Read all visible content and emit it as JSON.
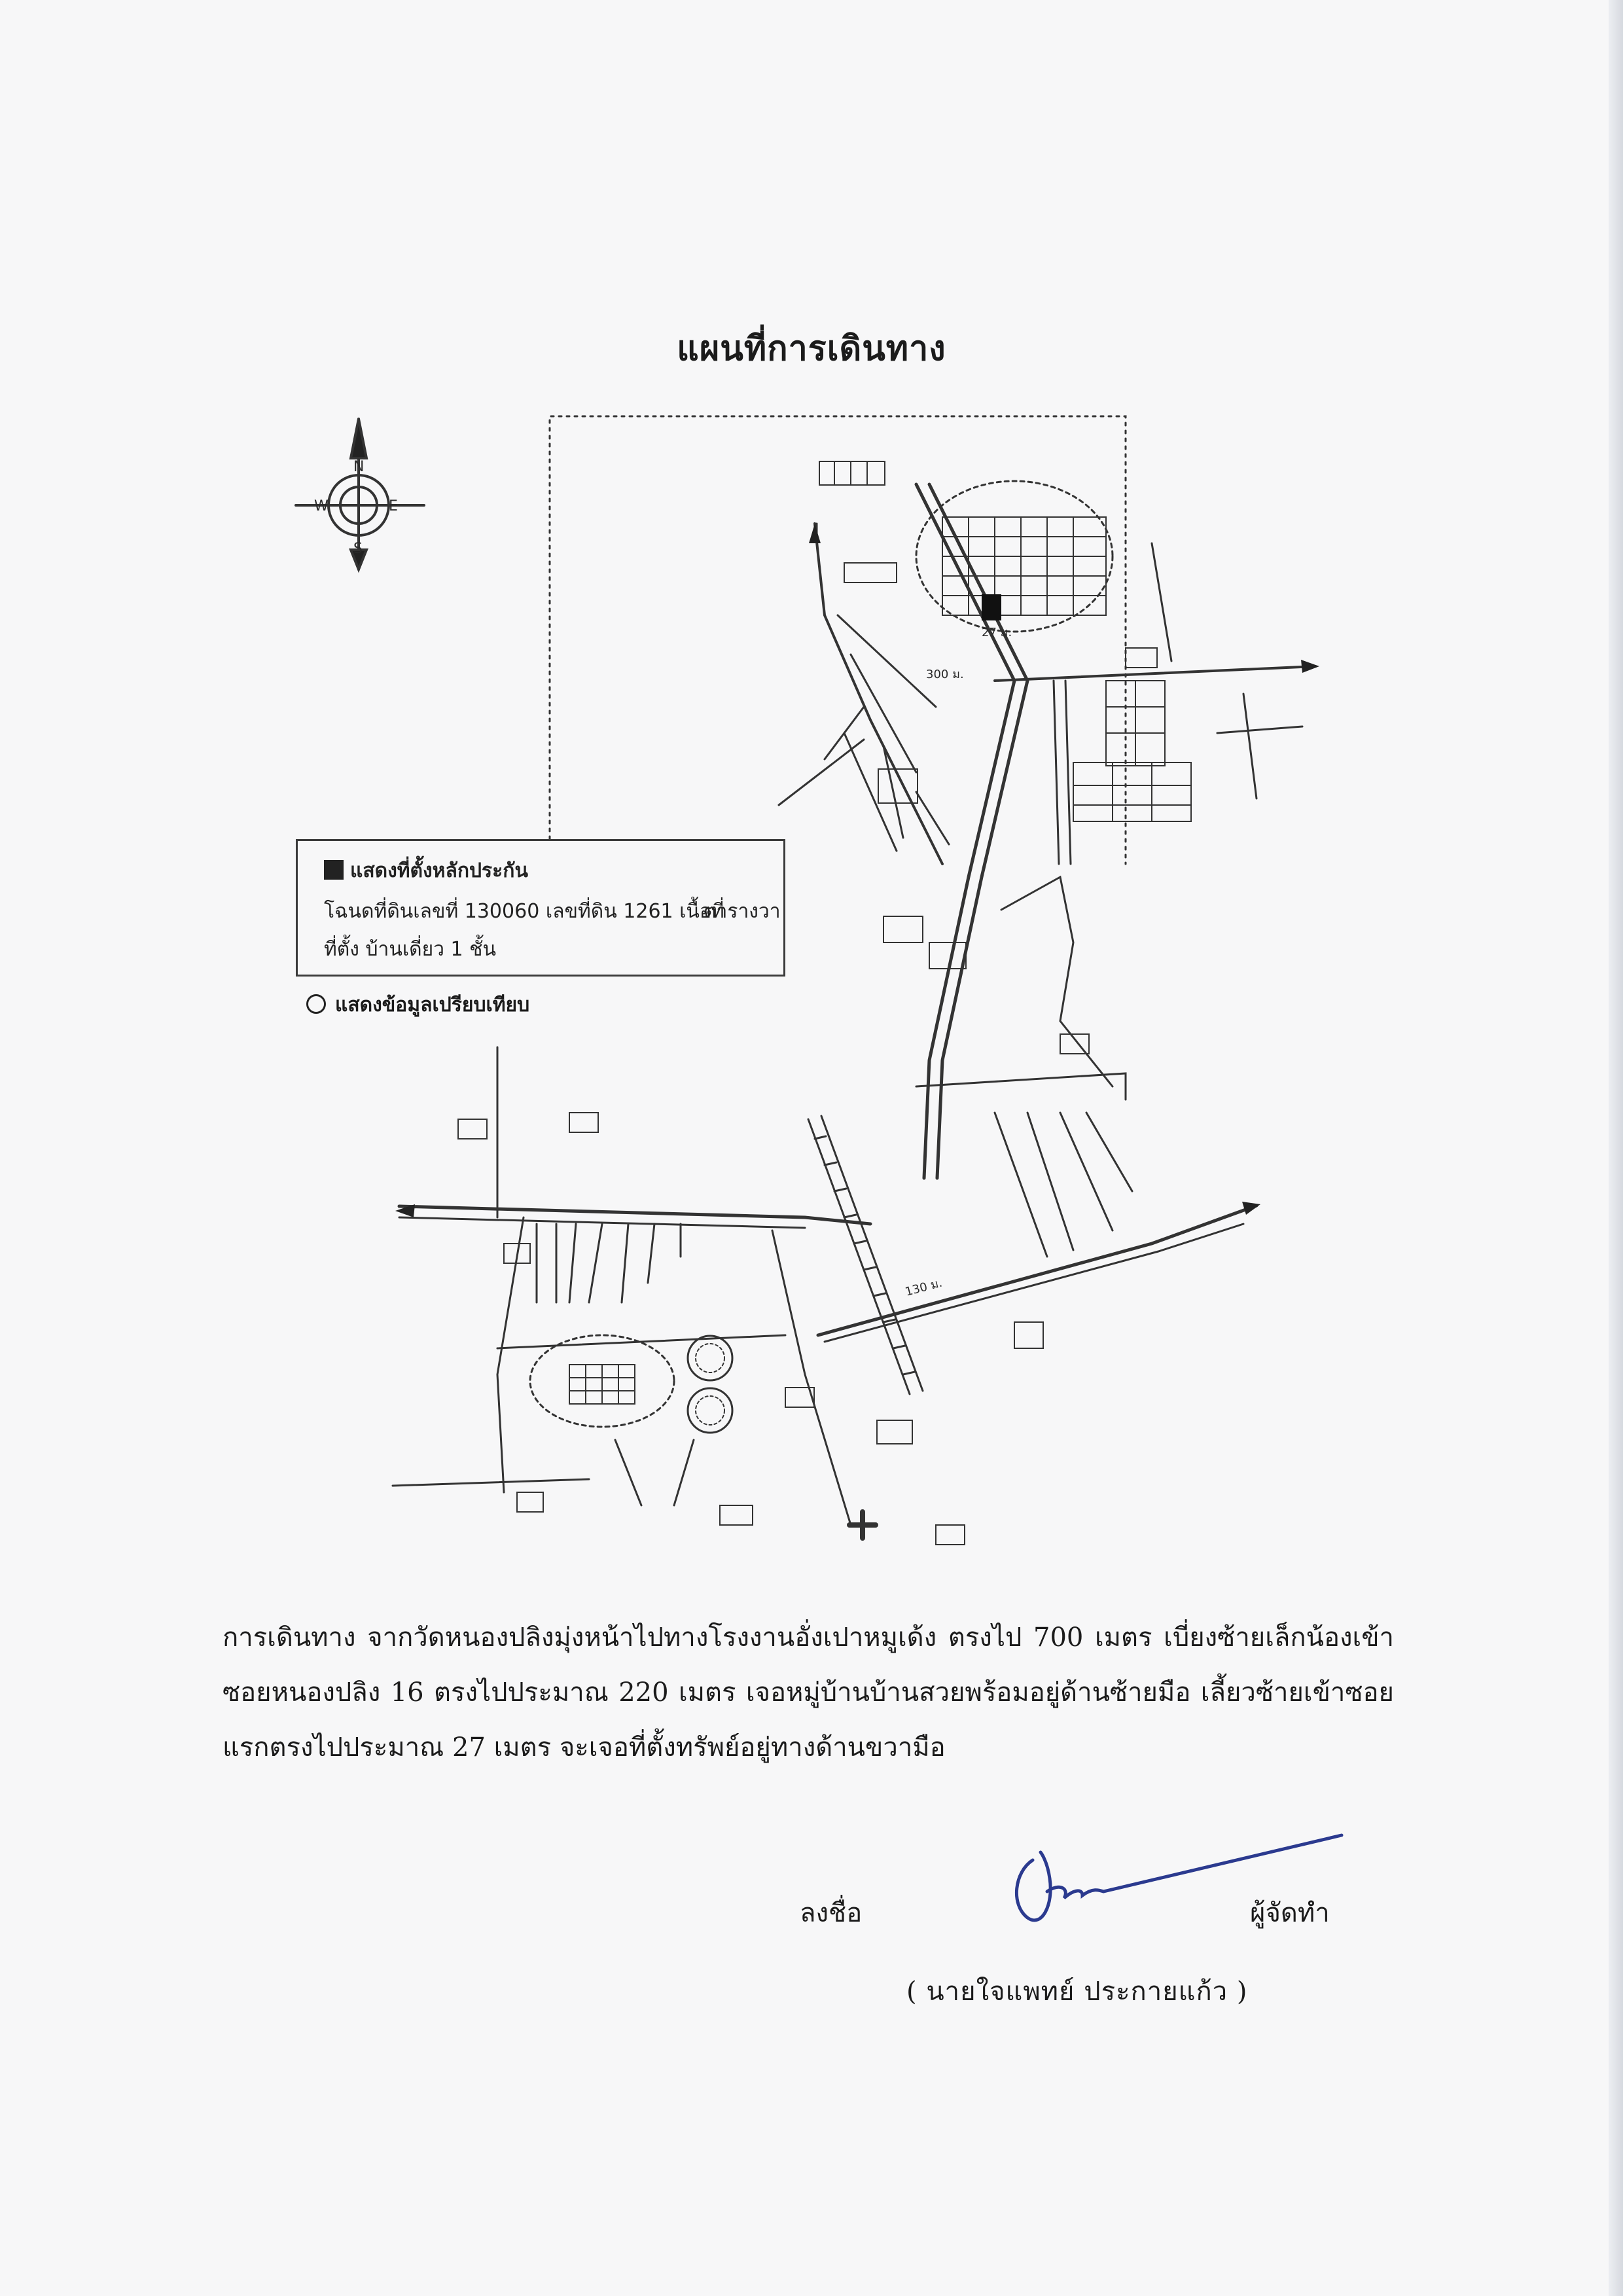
{
  "document": {
    "title": "แผนที่การเดินทาง"
  },
  "map": {
    "compass": {
      "n": "N",
      "s": "S",
      "e": "E",
      "w": "W"
    },
    "legend": {
      "collateral_label": "แสดงที่ตั้งหลักประกัน",
      "deed_info": "โฉนดที่ดินเลขที่ 130060 เลขที่ดิน 1261 เนื้อที่",
      "area_unit": "ตารางวา",
      "location_info": "ที่ตั้ง บ้านเดี่ยว 1 ชั้น",
      "comparison_label": "แสดงข้อมูลเปรียบเทียบ"
    },
    "distance_labels": {
      "d_300": "300 ม.",
      "d_27": "27 ม.",
      "d_130": "130 ม."
    }
  },
  "directions": {
    "text": "การเดินทาง จากวัดหนองปลิงมุ่งหน้าไปทางโรงงานอั่งเปาหมูเด้ง ตรงไป 700 เมตร เบี่ยงซ้ายเล็กน้องเข้าซอยหนองปลิง 16 ตรงไปประมาณ 220 เมตร เจอหมู่บ้านบ้านสวยพร้อมอยู่ด้านซ้ายมือ เลี้ยวซ้ายเข้าซอยแรกตรงไปประมาณ 27 เมตร จะเจอที่ตั้งทรัพย์อยู่ทางด้านขวามือ"
  },
  "signature": {
    "sign_label": "ลงชื่อ",
    "role": "ผู้จัดทำ",
    "name": "( นายใจแพทย์ ประกายแก้ว )"
  },
  "colors": {
    "ink": "#1b1b1b",
    "signature_ink": "#2b3a8f",
    "paper": "#f7f7f8"
  }
}
